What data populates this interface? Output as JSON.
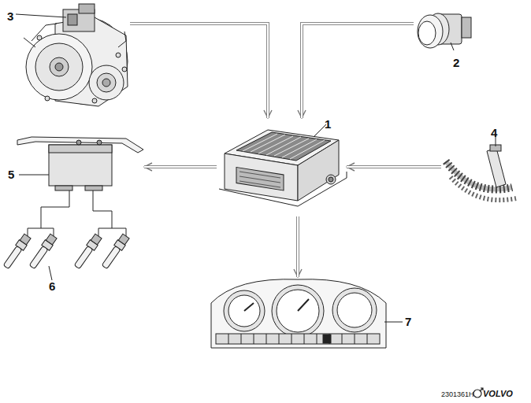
{
  "diagram": {
    "nodes": [
      {
        "text": [
          "3"
        ]
      },
      {
        "text": [
          "2"
        ]
      },
      {
        "text": [
          "1"
        ]
      },
      {
        "text": [
          "5"
        ]
      },
      {
        "text": [
          "4"
        ]
      },
      {
        "text": [
          "6"
        ]
      },
      {
        "text": [
          "7"
        ]
      }
    ],
    "edges": [
      {
        "from": 0,
        "to": 2,
        "arrow": "to"
      },
      {
        "from": 1,
        "to": 2,
        "arrow": "to"
      },
      {
        "from": 4,
        "to": 2,
        "arrow": "to"
      },
      {
        "from": 2,
        "to": 3,
        "arrow": "to"
      },
      {
        "from": 2,
        "to": 6,
        "arrow": "to"
      },
      {
        "from": 3,
        "to": 5,
        "arrow": "none"
      }
    ],
    "labels": [
      "2301361H",
      "VOLVO"
    ]
  }
}
